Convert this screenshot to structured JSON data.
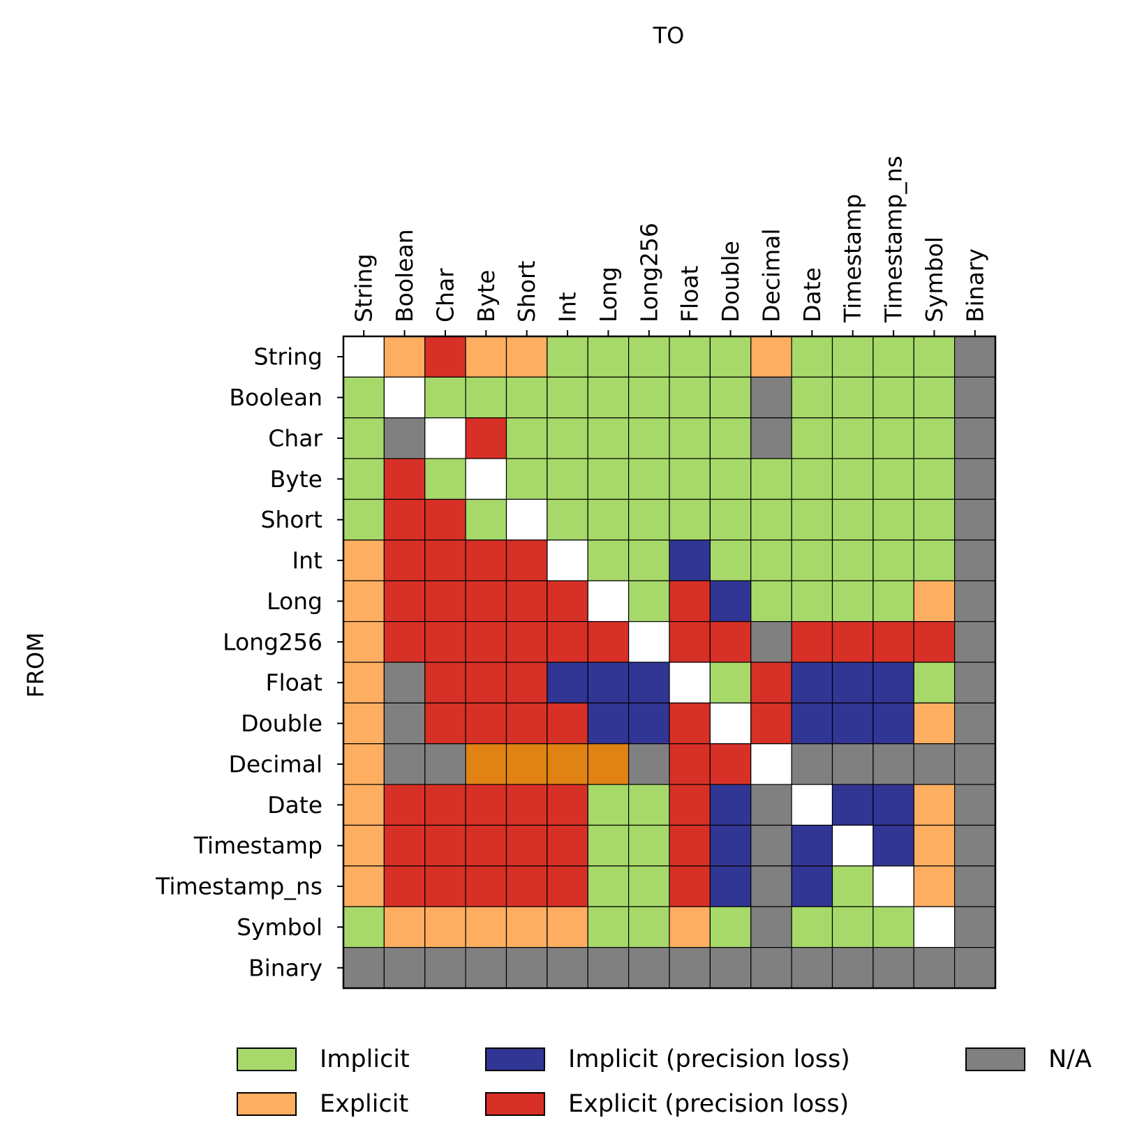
{
  "chart_data": {
    "type": "heatmap",
    "title": "",
    "xlabel": "TO",
    "ylabel": "FROM",
    "x_categories": [
      "String",
      "Boolean",
      "Char",
      "Byte",
      "Short",
      "Int",
      "Long",
      "Long256",
      "Float",
      "Double",
      "Decimal",
      "Date",
      "Timestamp",
      "Timestamp_ns",
      "Symbol",
      "Binary"
    ],
    "y_categories": [
      "String",
      "Boolean",
      "Char",
      "Byte",
      "Short",
      "Int",
      "Long",
      "Long256",
      "Float",
      "Double",
      "Decimal",
      "Date",
      "Timestamp",
      "Timestamp_ns",
      "Symbol",
      "Binary"
    ],
    "categories_legend": [
      {
        "key": "I",
        "label": "Implicit",
        "color": "#a6d96a"
      },
      {
        "key": "E",
        "label": "Explicit",
        "color": "#fdae61"
      },
      {
        "key": "IP",
        "label": "Implicit (precision loss)",
        "color": "#313695"
      },
      {
        "key": "EP",
        "label": "Explicit (precision loss)",
        "color": "#d73027"
      },
      {
        "key": "NA",
        "label": "N/A",
        "color": "#808080"
      }
    ],
    "extra_colors": {
      "SELF": "#ffffff",
      "D": "#e08214"
    },
    "matrix": [
      [
        "SELF",
        "E",
        "EP",
        "E",
        "E",
        "I",
        "I",
        "I",
        "I",
        "I",
        "E",
        "I",
        "I",
        "I",
        "I",
        "NA"
      ],
      [
        "I",
        "SELF",
        "I",
        "I",
        "I",
        "I",
        "I",
        "I",
        "I",
        "I",
        "NA",
        "I",
        "I",
        "I",
        "I",
        "NA"
      ],
      [
        "I",
        "NA",
        "SELF",
        "EP",
        "I",
        "I",
        "I",
        "I",
        "I",
        "I",
        "NA",
        "I",
        "I",
        "I",
        "I",
        "NA"
      ],
      [
        "I",
        "EP",
        "I",
        "SELF",
        "I",
        "I",
        "I",
        "I",
        "I",
        "I",
        "I",
        "I",
        "I",
        "I",
        "I",
        "NA"
      ],
      [
        "I",
        "EP",
        "EP",
        "I",
        "SELF",
        "I",
        "I",
        "I",
        "I",
        "I",
        "I",
        "I",
        "I",
        "I",
        "I",
        "NA"
      ],
      [
        "E",
        "EP",
        "EP",
        "EP",
        "EP",
        "SELF",
        "I",
        "I",
        "IP",
        "I",
        "I",
        "I",
        "I",
        "I",
        "I",
        "NA"
      ],
      [
        "E",
        "EP",
        "EP",
        "EP",
        "EP",
        "EP",
        "SELF",
        "I",
        "EP",
        "IP",
        "I",
        "I",
        "I",
        "I",
        "E",
        "NA"
      ],
      [
        "E",
        "EP",
        "EP",
        "EP",
        "EP",
        "EP",
        "EP",
        "SELF",
        "EP",
        "EP",
        "NA",
        "EP",
        "EP",
        "EP",
        "EP",
        "NA"
      ],
      [
        "E",
        "NA",
        "EP",
        "EP",
        "EP",
        "IP",
        "IP",
        "IP",
        "SELF",
        "I",
        "EP",
        "IP",
        "IP",
        "IP",
        "I",
        "NA"
      ],
      [
        "E",
        "NA",
        "EP",
        "EP",
        "EP",
        "EP",
        "IP",
        "IP",
        "EP",
        "SELF",
        "EP",
        "IP",
        "IP",
        "IP",
        "E",
        "NA"
      ],
      [
        "E",
        "NA",
        "NA",
        "D",
        "D",
        "D",
        "D",
        "NA",
        "EP",
        "EP",
        "SELF",
        "NA",
        "NA",
        "NA",
        "NA",
        "NA"
      ],
      [
        "E",
        "EP",
        "EP",
        "EP",
        "EP",
        "EP",
        "I",
        "I",
        "EP",
        "IP",
        "NA",
        "SELF",
        "IP",
        "IP",
        "E",
        "NA"
      ],
      [
        "E",
        "EP",
        "EP",
        "EP",
        "EP",
        "EP",
        "I",
        "I",
        "EP",
        "IP",
        "NA",
        "IP",
        "SELF",
        "IP",
        "E",
        "NA"
      ],
      [
        "E",
        "EP",
        "EP",
        "EP",
        "EP",
        "EP",
        "I",
        "I",
        "EP",
        "IP",
        "NA",
        "IP",
        "I",
        "SELF",
        "E",
        "NA"
      ],
      [
        "I",
        "E",
        "E",
        "E",
        "E",
        "E",
        "I",
        "I",
        "E",
        "I",
        "NA",
        "I",
        "I",
        "I",
        "SELF",
        "NA"
      ],
      [
        "NA",
        "NA",
        "NA",
        "NA",
        "NA",
        "NA",
        "NA",
        "NA",
        "NA",
        "NA",
        "NA",
        "NA",
        "NA",
        "NA",
        "NA",
        "NA"
      ]
    ]
  }
}
